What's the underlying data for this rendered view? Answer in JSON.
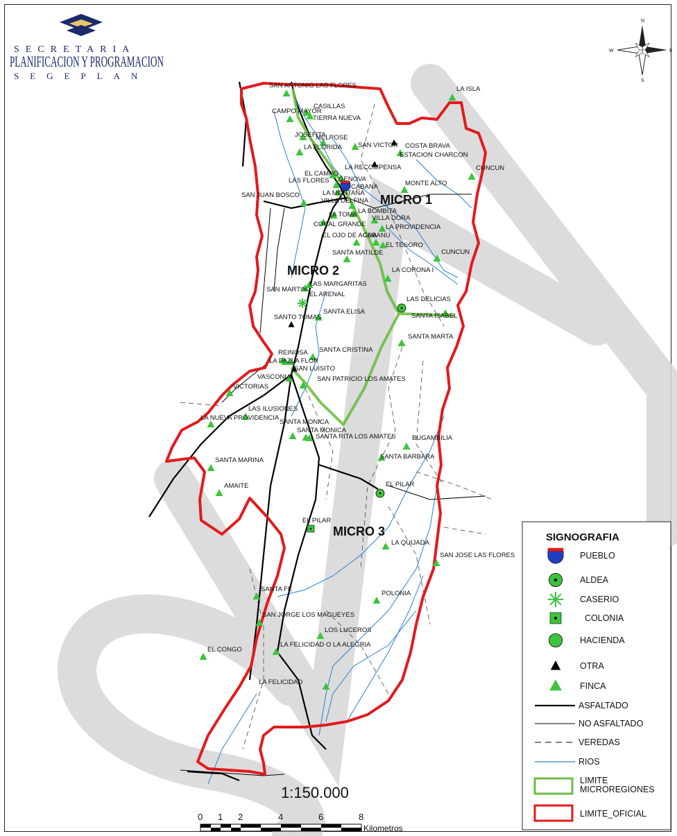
{
  "logo": {
    "line1": "SECRETARIA",
    "line2": "PLANIFICACION Y PROGRAMACION",
    "line3": "SEGEPLAN"
  },
  "compass": {
    "n": "N",
    "s": "S",
    "e": "E",
    "w": "W"
  },
  "regions": [
    {
      "label": "MICRO 1"
    },
    {
      "label": "MICRO 2"
    },
    {
      "label": "MICRO 3"
    }
  ],
  "places": [
    {
      "name": "SAN ANTONIO LAS FLORES",
      "type": "finca"
    },
    {
      "name": "LA ISLA",
      "type": "finca"
    },
    {
      "name": "CASILLAS",
      "type": "finca"
    },
    {
      "name": "CAMPO MAYOR",
      "type": "finca"
    },
    {
      "name": "TIERRA NUEVA",
      "type": "finca"
    },
    {
      "name": "JOSEFITA",
      "type": "finca"
    },
    {
      "name": "MELROSE",
      "type": "finca"
    },
    {
      "name": "SAN VICTOR",
      "type": "finca"
    },
    {
      "name": "COSTA BRAVA",
      "type": "otra"
    },
    {
      "name": "ESTACION CHARCON",
      "type": "finca"
    },
    {
      "name": "LA FLORIDA",
      "type": "finca"
    },
    {
      "name": "LA RECOMPENSA",
      "type": "otra"
    },
    {
      "name": "CUNCUN",
      "type": "finca"
    },
    {
      "name": "EL CAMPO",
      "type": "finca"
    },
    {
      "name": "GENOVA",
      "type": "finca"
    },
    {
      "name": "LAS FLORES",
      "type": "finca"
    },
    {
      "name": "CABANA",
      "type": "pueblo"
    },
    {
      "name": "MONTE ALTO",
      "type": "finca"
    },
    {
      "name": "SAN JUAN BOSCO",
      "type": "finca"
    },
    {
      "name": "LA MONTAÑA",
      "type": "finca"
    },
    {
      "name": "VILLA DELFINA",
      "type": "finca"
    },
    {
      "name": "LA BOMBITA",
      "type": "finca"
    },
    {
      "name": "LA TOMA",
      "type": "finca"
    },
    {
      "name": "VILLA DORA",
      "type": "finca"
    },
    {
      "name": "CORAL GRANDE",
      "type": "finca"
    },
    {
      "name": "LA PROVIDENCIA",
      "type": "finca"
    },
    {
      "name": "EL OJO DE AGUA",
      "type": "finca"
    },
    {
      "name": "CABANU",
      "type": "finca"
    },
    {
      "name": "EL TESORO",
      "type": "finca"
    },
    {
      "name": "CUNCUN",
      "type": "finca"
    },
    {
      "name": "SANTA MATILDE",
      "type": "finca"
    },
    {
      "name": "LA CORONA I",
      "type": "finca"
    },
    {
      "name": "SAN MARTIN",
      "type": "finca"
    },
    {
      "name": "LAS MARGARITAS",
      "type": "finca"
    },
    {
      "name": "EL ARENAL",
      "type": "caserio"
    },
    {
      "name": "LAS DELICIAS",
      "type": "aldea"
    },
    {
      "name": "SANTA ELISA",
      "type": "finca"
    },
    {
      "name": "SANTA ISABEL",
      "type": "finca"
    },
    {
      "name": "SANTO TOMAS",
      "type": "otra"
    },
    {
      "name": "SANTA MARTA",
      "type": "finca"
    },
    {
      "name": "SANTA CRISTINA",
      "type": "finca"
    },
    {
      "name": "REINOSA",
      "type": "finca"
    },
    {
      "name": "LA FLOR",
      "type": "finca"
    },
    {
      "name": "LA PAZ",
      "type": "finca"
    },
    {
      "name": "SAN LUISITO",
      "type": "otra"
    },
    {
      "name": "VASCONIA",
      "type": "finca"
    },
    {
      "name": "SAN PATRICIO LOS AMATES",
      "type": "finca"
    },
    {
      "name": "VICTORIAS",
      "type": "finca"
    },
    {
      "name": "LAS ILUSIONES",
      "type": "finca"
    },
    {
      "name": "LA NUEVA PROVIDENCIA",
      "type": "finca"
    },
    {
      "name": "SANTA MONICA",
      "type": "finca"
    },
    {
      "name": "SANTA MONICA",
      "type": "finca"
    },
    {
      "name": "SANTA RITA LOS AMATES",
      "type": "finca"
    },
    {
      "name": "BUGAMBILIA",
      "type": "finca"
    },
    {
      "name": "SANTA BARBARA",
      "type": "finca"
    },
    {
      "name": "SANTA MARINA",
      "type": "finca"
    },
    {
      "name": "EL PILAR",
      "type": "aldea"
    },
    {
      "name": "AMAITE",
      "type": "finca"
    },
    {
      "name": "EL PILAR",
      "type": "colonia"
    },
    {
      "name": "LA QUIJADA",
      "type": "finca"
    },
    {
      "name": "SAN JOSE LAS FLORES",
      "type": "finca"
    },
    {
      "name": "SANTA FE",
      "type": "finca"
    },
    {
      "name": "POLONIA",
      "type": "finca"
    },
    {
      "name": "SAN JORGE LOS MAGUEYES",
      "type": "finca"
    },
    {
      "name": "LOS LUCEROS",
      "type": "finca"
    },
    {
      "name": "EL CONGO",
      "type": "finca"
    },
    {
      "name": "LA FELICIDAD O LA ALEGRIA",
      "type": "finca"
    },
    {
      "name": "LA FELICIDAD",
      "type": "finca"
    }
  ],
  "scale": {
    "ratio": "1:150.000",
    "ticks": [
      "0",
      "1",
      "2",
      "4",
      "6",
      "8"
    ],
    "unit": "Kilometros"
  },
  "legend": {
    "title": "SIGNOGRAFIA",
    "items": [
      {
        "key": "pueblo",
        "label": "PUEBLO"
      },
      {
        "key": "aldea",
        "label": "ALDEA"
      },
      {
        "key": "caserio",
        "label": "CASERIO"
      },
      {
        "key": "colonia",
        "label": "COLONIA"
      },
      {
        "key": "hacienda",
        "label": "HACIENDA"
      },
      {
        "key": "otra",
        "label": "OTRA"
      },
      {
        "key": "finca",
        "label": "FINCA"
      },
      {
        "key": "asfaltado",
        "label": "ASFALTADO"
      },
      {
        "key": "no-asfaltado",
        "label": "NO ASFALTADO"
      },
      {
        "key": "veredas",
        "label": "VEREDAS"
      },
      {
        "key": "rios",
        "label": "RIOS"
      },
      {
        "key": "limite-micro",
        "label": "LIMITE MICROREGIONES",
        "label_line1": "LIMITE",
        "label_line2": "MICROREGIONES"
      },
      {
        "key": "limite-oficial",
        "label": "LIMITE_OFICIAL"
      }
    ]
  },
  "colors": {
    "boundary": "#e31a1c",
    "micro_boundary": "#6dbe45",
    "finca": "#3cc43c",
    "river": "#2a7fd4",
    "road": "#000000",
    "pueblo": "#1f3fbf",
    "watermark": "#d6d6d6"
  }
}
